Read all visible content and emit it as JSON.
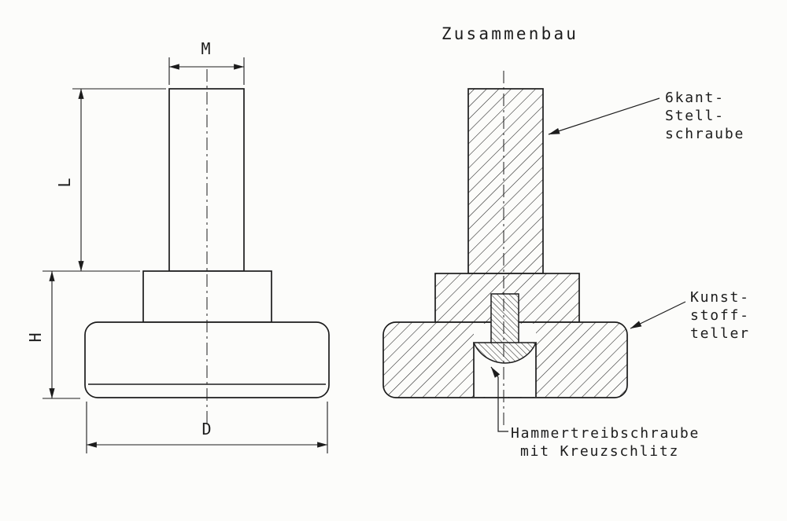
{
  "title": "Zusammenbau",
  "left_view": {
    "dim_m": "M",
    "dim_l": "L",
    "dim_h": "H",
    "dim_d": "D"
  },
  "callouts": {
    "screw": {
      "lines": [
        "6kant-",
        "Stell-",
        "schraube"
      ]
    },
    "plate": {
      "lines": [
        "Kunst-",
        "stoff-",
        "teller"
      ]
    },
    "hammer": {
      "lines": [
        "Hammertreibschraube",
        "mit Kreuzschlitz"
      ]
    }
  },
  "colors": {
    "line": "#1c1c1c",
    "background": "#fcfcfa"
  }
}
